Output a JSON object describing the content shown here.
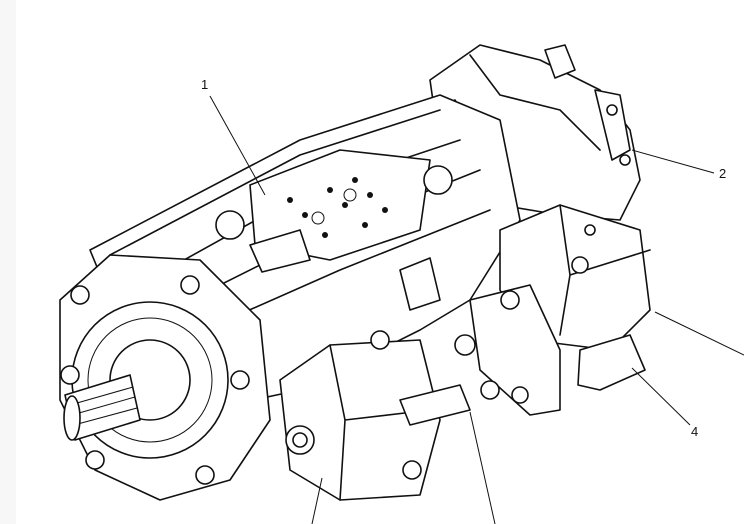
{
  "figure": {
    "callouts": [
      {
        "id": "1",
        "label": "1"
      },
      {
        "id": "2",
        "label": "2"
      },
      {
        "id": "4",
        "label": "4"
      }
    ]
  }
}
